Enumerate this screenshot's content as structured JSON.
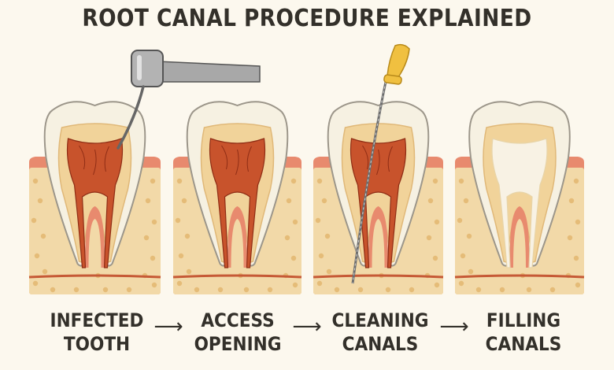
{
  "title": "ROOT CANAL PROCEDURE EXPLAINED",
  "colors": {
    "background": "#fcf8ee",
    "enamel": "#f6f1e2",
    "enamel_outline": "#9c968a",
    "dentin": "#f1d39a",
    "infected_pulp": "#c8532c",
    "pulp_vein": "#8f2d15",
    "filled_canal": "#f8f2e4",
    "gum": "#e88a6e",
    "bone": "#f2d9a8",
    "bone_dots": "#e5bc78",
    "nerve": "#c65a36",
    "steel": "#9c9c9c",
    "file_handle": "#f0c040",
    "text": "#33302a"
  },
  "steps": [
    {
      "label_line1": "INFECTED",
      "label_line2": "TOOTH",
      "pulp": "infected",
      "instrument": "handpiece"
    },
    {
      "label_line1": "ACCESS",
      "label_line2": "OPENING",
      "pulp": "infected",
      "instrument": "none"
    },
    {
      "label_line1": "CLEANING",
      "label_line2": "CANALS",
      "pulp": "infected",
      "instrument": "endodontic-file"
    },
    {
      "label_line1": "FILLING",
      "label_line2": "CANALS",
      "pulp": "filled",
      "instrument": "none"
    }
  ],
  "arrow_glyph": "⟶"
}
